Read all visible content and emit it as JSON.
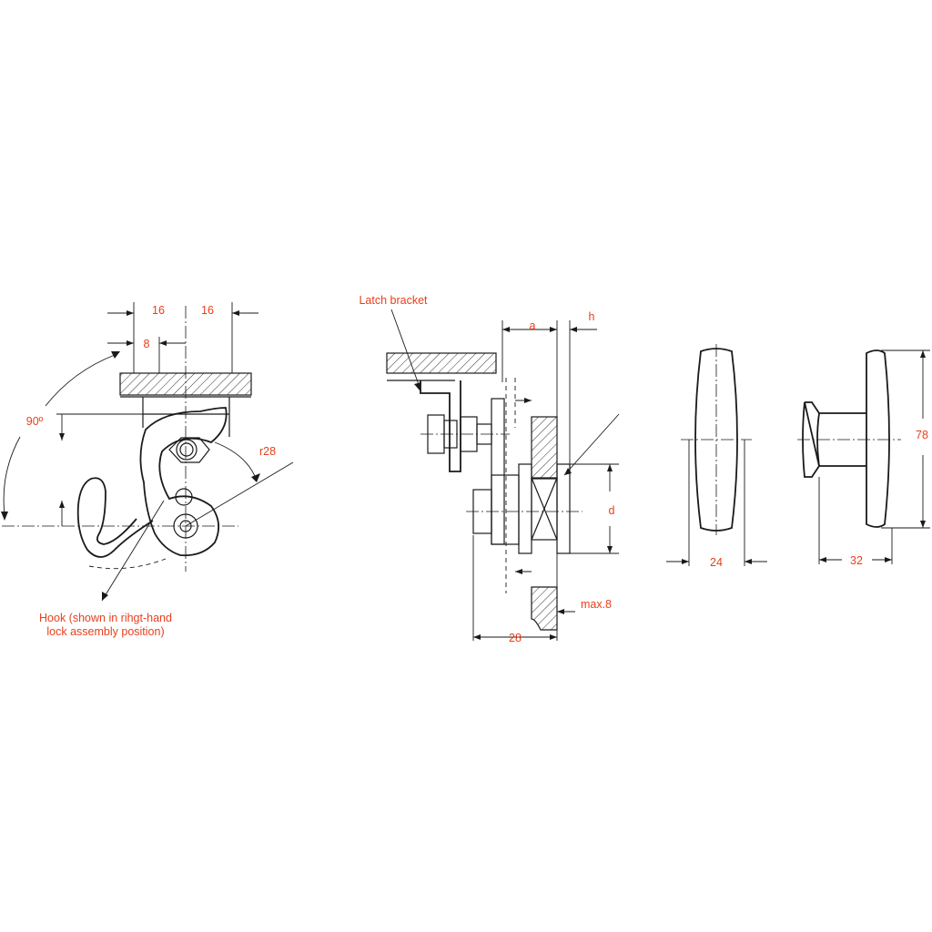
{
  "colors": {
    "line": "#1a1a1a",
    "label": "#e8401c",
    "background": "#ffffff"
  },
  "labels": {
    "hook_view": {
      "dim_16_left": "16",
      "dim_16_right": "16",
      "dim_8": "8",
      "angle": "90º",
      "radius": "r28",
      "hook_note_line1": "Hook (shown in rihgt-hand",
      "hook_note_line2": "lock assembly position)"
    },
    "section_view": {
      "latch_bracket": "Latch bracket",
      "dim_a": "a",
      "dim_h": "h",
      "dim_d": "d",
      "dim_max8": "max.8",
      "dim_28": "28"
    },
    "handle_front": {
      "dim_24": "24"
    },
    "handle_side": {
      "dim_78": "78",
      "dim_32": "32"
    }
  }
}
